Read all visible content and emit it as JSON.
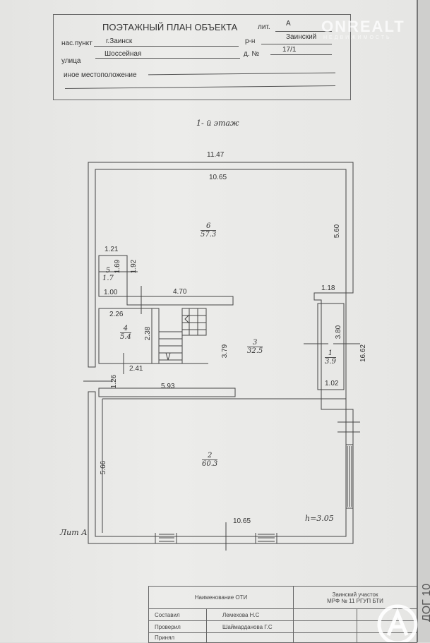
{
  "header": {
    "title": "ПОЭТАЖНЫЙ ПЛАН ОБЪЕКТА",
    "lit_label": "лит.",
    "lit_value": "А",
    "settlement_label": "нас.пункт",
    "settlement_value": "г.Заинск",
    "district_label": "р-н",
    "district_value": "Заинский",
    "street_label": "улица",
    "street_value": "Шоссейная",
    "house_label": "д. №",
    "house_value": "17/1",
    "other_location_label": "иное местоположение"
  },
  "watermark": {
    "brand": "ONREALT",
    "sub": "НЕДВИЖИМОСТЬ"
  },
  "plan": {
    "floor_title": "1- й этаж",
    "lit_caption": "Лит А",
    "height_note": "h=3.05",
    "dimensions": {
      "overall_width": "11.47",
      "room6_width": "10.65",
      "room6_depth": "5.60",
      "room5_width": "1.21",
      "room5_inner": "1.69",
      "room5_depth": "1.92",
      "room5_bottom": "1.00",
      "corridor_wall": "4.70",
      "room4_width": "2.26",
      "room4_depth": "2.38",
      "room4_bottom": "2.41",
      "room3_depth": "3.79",
      "vestibule": "1.26",
      "partition": "5.93",
      "room1_top": "1.18",
      "room1_depth": "3.80",
      "room1_bottom": "1.02",
      "right_total": "16.62",
      "room2_depth": "5.66",
      "room2_width": "10.65"
    },
    "rooms": [
      {
        "number": "6",
        "area": "57.3"
      },
      {
        "number": "5",
        "area": "1.7"
      },
      {
        "number": "4",
        "area": "5.4"
      },
      {
        "number": "3",
        "area": "32.5"
      },
      {
        "number": "1",
        "area": "3.9"
      },
      {
        "number": "2",
        "area": "60.3"
      }
    ]
  },
  "stamp": {
    "oti_label": "Наименование ОТИ",
    "org_line1": "Заинский участок",
    "org_line2": "МРФ № 11 РГУП БТИ",
    "rows": [
      {
        "role": "Составил",
        "name": "Лемехова Н.С"
      },
      {
        "role": "Проверил",
        "name": "Шаймарданова Г.С"
      },
      {
        "role": "Принял",
        "name": ""
      }
    ]
  },
  "side_text": "ДОГ 10"
}
